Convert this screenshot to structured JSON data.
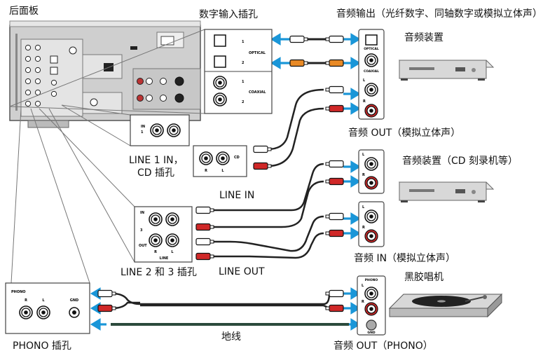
{
  "labels": {
    "rear_panel": "后面板",
    "digital_input_jacks": "数字输入插孔",
    "audio_output_title": "音频输出（光纤数字、同轴数字或模拟立体声）",
    "audio_device": "音频装置",
    "audio_out_analog": "音频 OUT（模拟立体声）",
    "line1_cd_line1": "LINE 1 IN，",
    "line1_cd_line2": "CD 插孔",
    "audio_device_cd": "音频装置（CD 刻录机等）",
    "line_in": "LINE IN",
    "line_out": "LINE OUT",
    "line23_jacks": "LINE 2 和 3 插孔",
    "audio_in_analog": "音频 IN（模拟立体声）",
    "turntable": "黑胶唱机",
    "ground_wire": "地线",
    "phono_jacks": "PHONO 插孔",
    "audio_out_phono": "音频 OUT（PHONO）"
  },
  "panel_text": {
    "optical": "OPTICAL",
    "coaxial": "COAXIAL",
    "port_1": "1",
    "port_2": "2",
    "cd": "CD",
    "in": "IN",
    "in_1": "1",
    "out": "OUT",
    "num_3": "3",
    "line": "LINE",
    "phono": "PHONO",
    "gnd": "GND",
    "r": "R",
    "l": "L"
  },
  "colors": {
    "arrow": "#1a96d8",
    "red_plug": "#d02828",
    "orange_plug": "#e98a26",
    "panel": "#d2d2d2",
    "panel_dark": "#5a5a5a",
    "cable": "#222222",
    "ground_cable": "#2c4a3c"
  },
  "icons": [
    "rca-jack-icon",
    "optical-jack-icon",
    "coaxial-jack-icon",
    "cd-player-icon",
    "turntable-icon",
    "ethernet-port-icon",
    "plug-icon",
    "arrow-icon"
  ]
}
